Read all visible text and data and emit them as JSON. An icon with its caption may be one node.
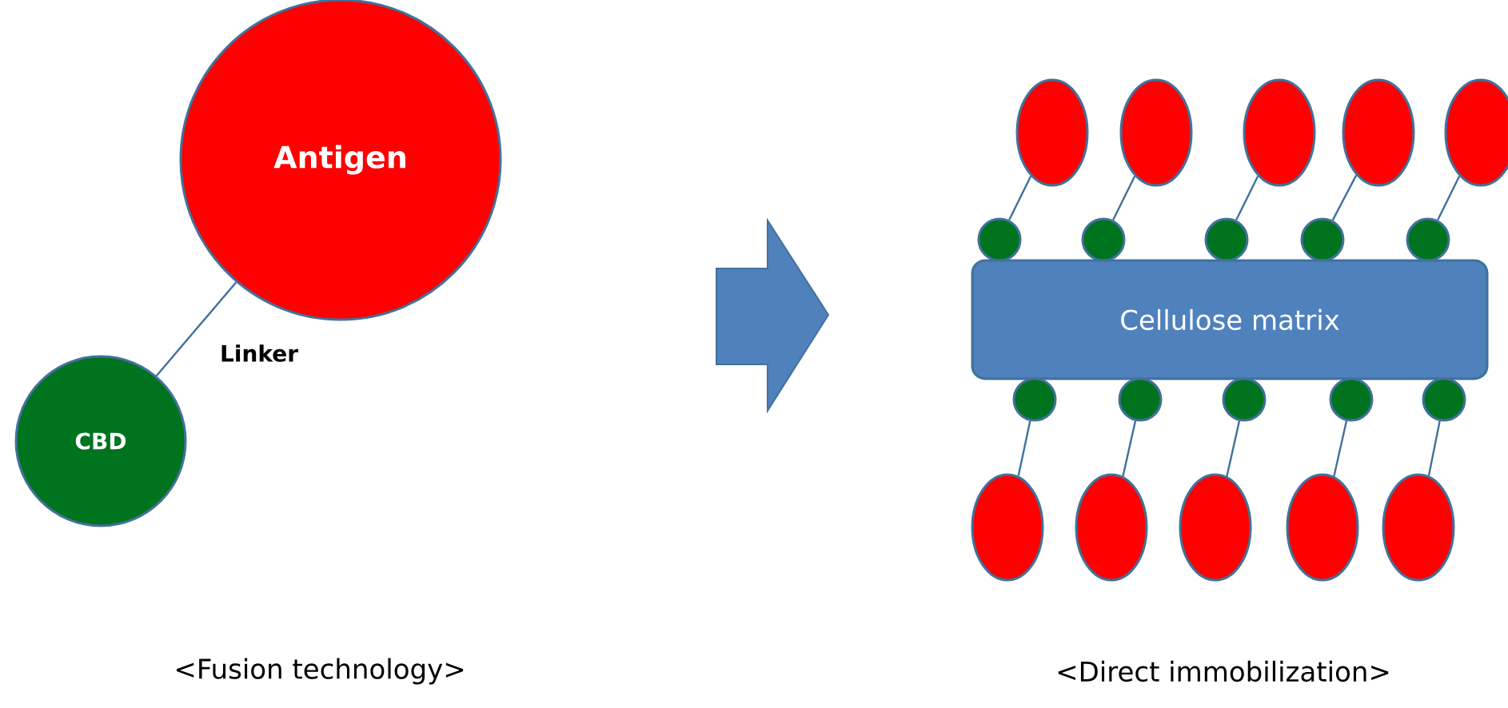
{
  "diagram": {
    "nodes": [
      {
        "text": [
          "Antigen"
        ]
      },
      {
        "text": [
          "CBD"
        ]
      },
      {
        "text": [],
        "shape": "ellipse"
      },
      {
        "text": [],
        "shape": "ellipse"
      },
      {
        "text": [],
        "shape": "ellipse"
      },
      {
        "text": [],
        "shape": "ellipse"
      },
      {
        "text": [],
        "shape": "ellipse"
      },
      {
        "text": [],
        "shape": "circle"
      },
      {
        "text": [],
        "shape": "circle"
      },
      {
        "text": [],
        "shape": "circle"
      },
      {
        "text": [],
        "shape": "circle"
      },
      {
        "text": [],
        "shape": "circle"
      },
      {
        "text": [
          "Cellulose matrix"
        ]
      },
      {
        "text": [],
        "shape": "circle"
      },
      {
        "text": [],
        "shape": "circle"
      },
      {
        "text": [],
        "shape": "circle"
      },
      {
        "text": [],
        "shape": "circle"
      },
      {
        "text": [],
        "shape": "circle"
      },
      {
        "text": [],
        "shape": "ellipse"
      },
      {
        "text": [],
        "shape": "ellipse"
      },
      {
        "text": [],
        "shape": "ellipse"
      },
      {
        "text": [],
        "shape": "ellipse"
      },
      {
        "text": [],
        "shape": "ellipse"
      }
    ],
    "edges": [
      {
        "from": 1,
        "to": 0,
        "arrow": "none",
        "label": "Linker"
      },
      {
        "from": 2,
        "to": 7,
        "arrow": "none"
      },
      {
        "from": 3,
        "to": 8,
        "arrow": "none"
      },
      {
        "from": 4,
        "to": 9,
        "arrow": "none"
      },
      {
        "from": 5,
        "to": 10,
        "arrow": "none"
      },
      {
        "from": 6,
        "to": 11,
        "arrow": "none"
      },
      {
        "from": 13,
        "to": 18,
        "arrow": "none"
      },
      {
        "from": 14,
        "to": 19,
        "arrow": "none"
      },
      {
        "from": 15,
        "to": 20,
        "arrow": "none"
      },
      {
        "from": 16,
        "to": 21,
        "arrow": "none"
      },
      {
        "from": 17,
        "to": 22,
        "arrow": "none"
      }
    ],
    "labels": [
      "<Fusion technology>",
      "<Direct immobilization>"
    ]
  }
}
